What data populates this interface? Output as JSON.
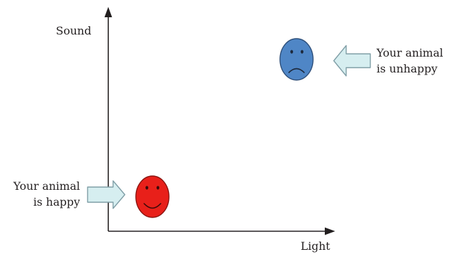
{
  "axes": {
    "y_label": "Sound",
    "x_label": "Light"
  },
  "happy": {
    "caption_line1": "Your animal",
    "caption_line2": "is happy",
    "face_color": "#e8201a",
    "face_stroke": "#8a1410",
    "face_icon": "smiling-face-icon"
  },
  "unhappy": {
    "caption_line1": "Your animal",
    "caption_line2": "is unhappy",
    "face_color": "#4f86c6",
    "face_stroke": "#2e4f7a",
    "face_icon": "frowning-face-icon"
  },
  "colors": {
    "axis": "#231f20",
    "arrow_fill": "#d6eef0",
    "arrow_stroke": "#7f9ea6"
  }
}
